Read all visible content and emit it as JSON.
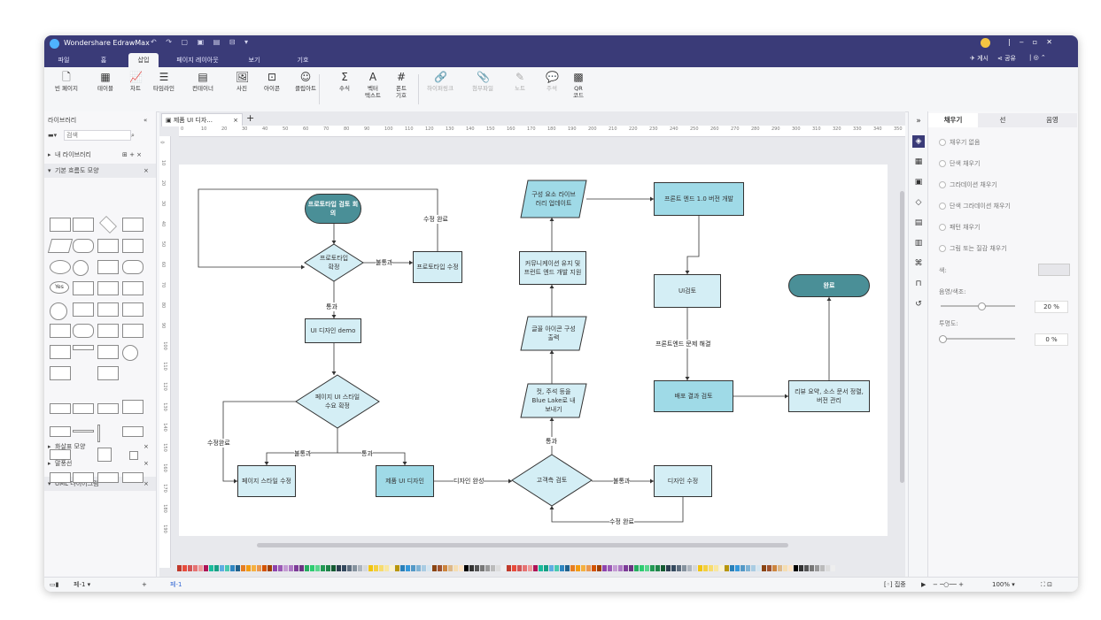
{
  "app": {
    "title": "Wondershare EdrawMax",
    "menu_tabs": [
      "파일",
      "홈",
      "삽입",
      "페이지 레이아웃",
      "보기",
      "기호"
    ],
    "active_tab": "삽입",
    "publish_label": "게시",
    "share_label": "공유"
  },
  "ribbon": {
    "buttons": [
      {
        "label": "빈 페이지",
        "icon": "blank-page-icon",
        "glyph": "🗋",
        "enabled": true
      },
      {
        "label": "테이블",
        "icon": "table-icon",
        "glyph": "▦",
        "enabled": true
      },
      {
        "label": "차트",
        "icon": "chart-icon",
        "glyph": "📈",
        "enabled": true
      },
      {
        "label": "타임라인",
        "icon": "timeline-icon",
        "glyph": "☰",
        "enabled": true
      },
      {
        "label": "컨테이너",
        "icon": "container-icon",
        "glyph": "▤",
        "enabled": true
      },
      {
        "label": "사진",
        "icon": "picture-icon",
        "glyph": "🖼",
        "enabled": true
      },
      {
        "label": "아이콘",
        "icon": "icon-insert-icon",
        "glyph": "⊡",
        "enabled": true
      },
      {
        "label": "클립아트",
        "icon": "clipart-icon",
        "glyph": "☺",
        "enabled": true
      },
      {
        "label": "수식",
        "icon": "formula-icon",
        "glyph": "Σ",
        "enabled": true
      },
      {
        "label": "벡터\n텍스트",
        "icon": "vector-text-icon",
        "glyph": "A",
        "enabled": true
      },
      {
        "label": "폰트\n기호",
        "icon": "font-symbol-icon",
        "glyph": "#",
        "enabled": true
      },
      {
        "label": "하이퍼링크",
        "icon": "hyperlink-icon",
        "glyph": "🔗",
        "enabled": false
      },
      {
        "label": "첨부파일",
        "icon": "attachment-icon",
        "glyph": "📎",
        "enabled": false
      },
      {
        "label": "노트",
        "icon": "note-icon",
        "glyph": "✎",
        "enabled": false
      },
      {
        "label": "주석",
        "icon": "comment-icon",
        "glyph": "💬",
        "enabled": false
      },
      {
        "label": "QR\n코드",
        "icon": "qr-code-icon",
        "glyph": "▩",
        "enabled": true
      }
    ]
  },
  "library": {
    "title": "라이브러리",
    "search_placeholder": "검색",
    "my_library": "내 라이브러리",
    "sections": [
      {
        "label": "기본 흐름도 모양",
        "expanded": true
      },
      {
        "label": "화살표 모양",
        "expanded": false
      },
      {
        "label": "말풍선",
        "expanded": false
      },
      {
        "label": "UML 다이어그램",
        "expanded": true
      }
    ],
    "yes_label": "Yes"
  },
  "document": {
    "tab_title": "제품 UI 디자...",
    "page_name": "페-1",
    "page_tab": "페-1"
  },
  "ruler": {
    "h_ticks": [
      "0",
      "10",
      "20",
      "30",
      "40",
      "50",
      "60",
      "70",
      "80",
      "90",
      "100",
      "110",
      "120",
      "130",
      "140",
      "150",
      "160",
      "170",
      "180",
      "190",
      "200",
      "210",
      "220",
      "230",
      "240",
      "250",
      "260",
      "270",
      "280",
      "290",
      "300",
      "310",
      "320",
      "330",
      "340",
      "350"
    ],
    "v_ticks": [
      "0",
      "10",
      "20",
      "30",
      "40",
      "50",
      "60",
      "70",
      "80",
      "90",
      "100",
      "110",
      "120",
      "130",
      "140",
      "150",
      "160",
      "170",
      "180",
      "190"
    ]
  },
  "flowchart": {
    "nodes": {
      "n_start": "프로토타입 검토 회의",
      "n_confirm": "프로토타입 확정",
      "n_revise_proto": "프로토타입 수정",
      "n_ui_demo": "UI 디자인 demo",
      "n_page_style": "페이지 UI 스타일 수요 확정",
      "n_page_style_edit": "페이지 스타일 수정",
      "n_product_ui": "제품 UI 디자인",
      "n_customer_review": "고객측 검토",
      "n_design_edit": "디자인 수정",
      "n_export": "컷, 주석 등을 Blue Lake로 내보내기",
      "n_icon_output": "글꼴 아이콘 구성 출력",
      "n_comm": "커뮤니케이션 유지 및 프런트 엔드 개발 지원",
      "n_lib_update": "구성 요소 라이브러리 업데이트",
      "n_fe_dev": "프론트 엔드 1.0 버전 개발",
      "n_ui_review": "UI검토",
      "n_release_review": "배포 결과 검토",
      "n_doc": "리뷰 요약, 소스 문서 정렬, 버전 관리",
      "n_done": "완료"
    },
    "edge_labels": {
      "fail": "불통과",
      "pass": "통과",
      "revise_done": "수정 완료",
      "revise_done2": "수정완료",
      "design_done": "디자인 완성",
      "fe_fix": "프론트엔드 문제 해결"
    },
    "colors": {
      "terminal": "#4a8f97",
      "light": "#d4eef5",
      "mid": "#9fdae7"
    }
  },
  "right_panel": {
    "tabs": [
      "채우기",
      "선",
      "음영"
    ],
    "active_tab": "채우기",
    "options": [
      "채우기 없음",
      "단색 채우기",
      "그라데이션 채우기",
      "단색 그라데이션 채우기",
      "패턴 채우기",
      "그림 또는 질감 채우기"
    ],
    "color_label": "색:",
    "shade_label": "음영/색조:",
    "shade_value": "20 %",
    "transparency_label": "투명도:",
    "transparency_value": "0 %"
  },
  "status": {
    "focus_label": "집중",
    "zoom": "100%"
  }
}
